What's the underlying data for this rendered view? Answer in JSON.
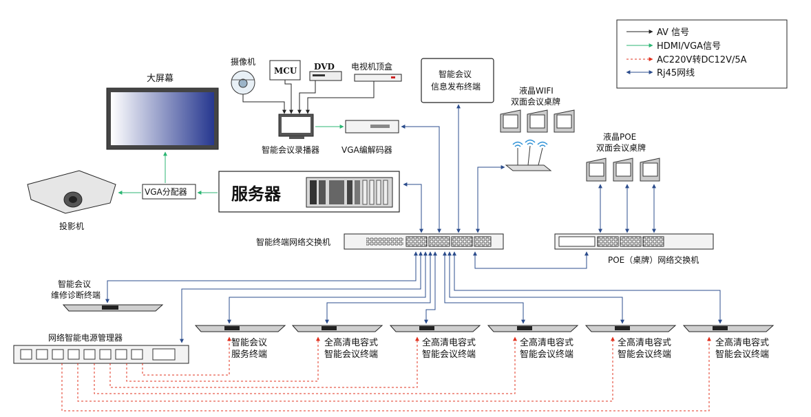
{
  "legend": {
    "items": [
      {
        "label": "AV 信号",
        "color": "#222222",
        "style": "solid"
      },
      {
        "label": "HDMI/VGA信号",
        "color": "#2bb673",
        "style": "solid"
      },
      {
        "label": "AC220V转DC12V/5A",
        "color": "#e0301e",
        "style": "dashed"
      },
      {
        "label": "Rj45网线",
        "color": "#2b4c8c",
        "style": "solid"
      }
    ]
  },
  "colors": {
    "av": "#222222",
    "hdmi": "#2bb673",
    "power": "#e0301e",
    "rj45": "#2b4c8c",
    "screen_gradient_start": "#ffffff",
    "screen_gradient_end": "#26378f"
  },
  "labels": {
    "big_screen": "大屏幕",
    "camera": "摄像机",
    "mcu": "MCU",
    "dvd": "DVD",
    "stb": "电视机顶盒",
    "publish_terminal_line1": "智能会议",
    "publish_terminal_line2": "信息发布终端",
    "recorder": "智能会议录播器",
    "vga_codec": "VGA编解码器",
    "wifi_nameplate_line1": "液晶WIFI",
    "wifi_nameplate_line2": "双面会议桌牌",
    "poe_nameplate_line1": "液晶POE",
    "poe_nameplate_line2": "双面会议桌牌",
    "vga_splitter": "VGA分配器",
    "server": "服务器",
    "projector": "投影机",
    "main_switch": "智能终端网络交换机",
    "poe_switch": "POE（桌牌）网络交换机",
    "maint_terminal_line1": "智能会议",
    "maint_terminal_line2": "维修诊断终端",
    "power_manager": "网络智能电源管理器",
    "service_terminal_line1": "智能会议",
    "service_terminal_line2": "服务终端",
    "terminals": [
      {
        "line1": "全高清电容式",
        "line2": "智能会议终端"
      },
      {
        "line1": "全高清电容式",
        "line2": "智能会议终端"
      },
      {
        "line1": "全高清电容式",
        "line2": "智能会议终端"
      },
      {
        "line1": "全高清电容式",
        "line2": "智能会议终端"
      },
      {
        "line1": "全高清电容式",
        "line2": "智能会议终端"
      }
    ]
  }
}
